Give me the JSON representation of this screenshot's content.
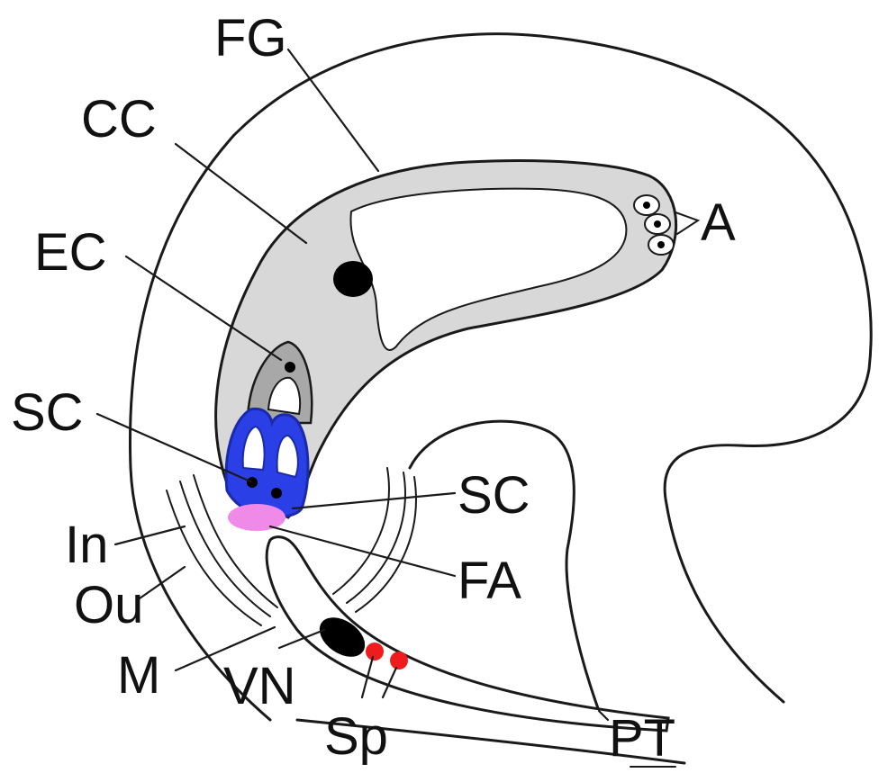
{
  "labels": {
    "fg": "FG",
    "cc": "CC",
    "ec": "EC",
    "sc_left": "SC",
    "sc_right": "SC",
    "a": "A",
    "in": "In",
    "ou": "Ou",
    "m": "M",
    "vn": "VN",
    "fa": "FA",
    "sp": "Sp",
    "pt": "PT"
  },
  "colors": {
    "outline": "#1a1a1a",
    "gray_fill": "#d8d8d8",
    "dark_gray_fill": "#a8a8a8",
    "sc_blue": "#2b3fe6",
    "sc_dark_blue": "#1a2aa8",
    "fa_pink": "#f08ae8",
    "sp_red": "#ee1c1c",
    "vn_black": "#000000"
  }
}
